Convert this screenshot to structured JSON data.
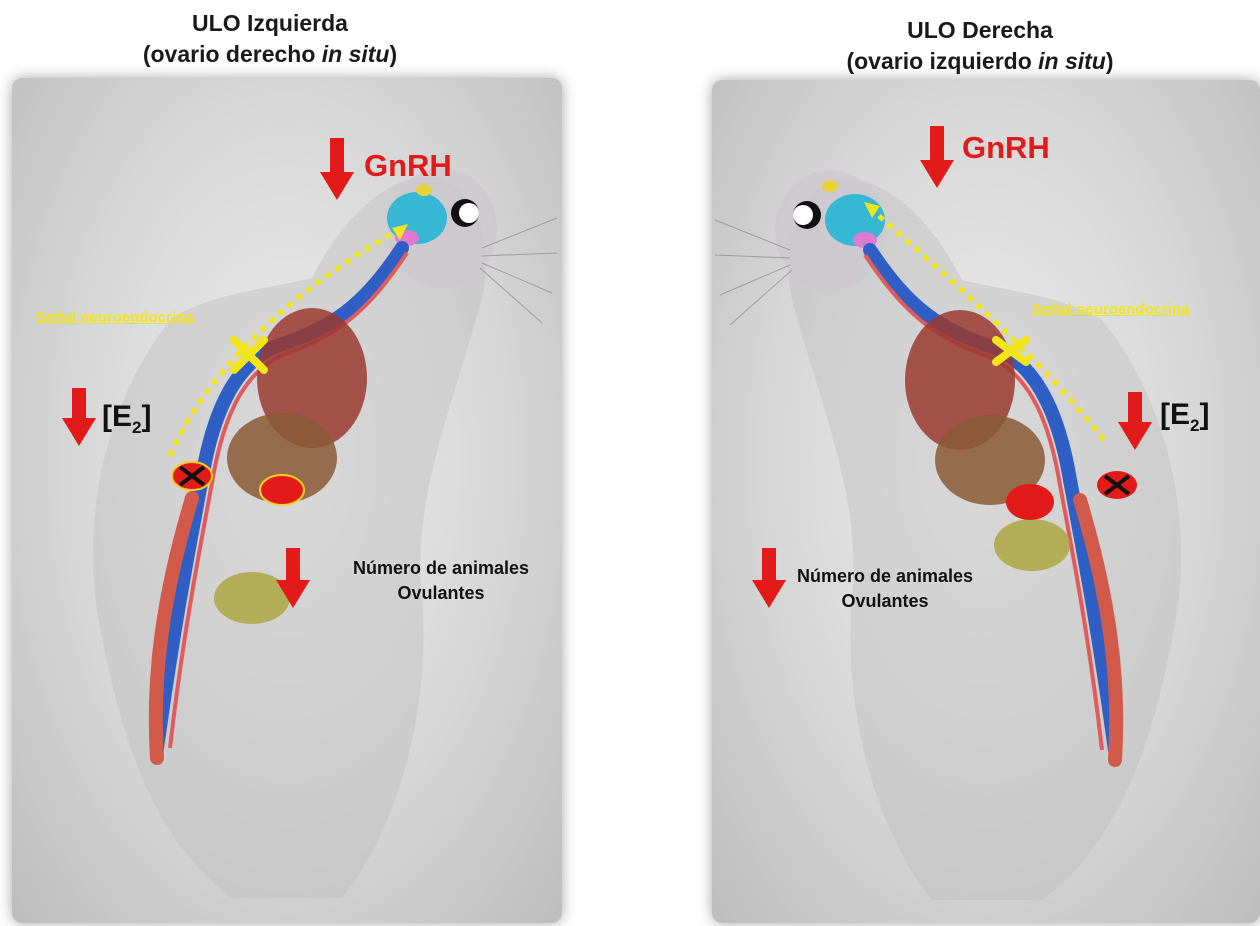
{
  "left": {
    "title_line1": "ULO Izquierda",
    "title_line2_pre": "(ovario derecho ",
    "title_line2_it": "in situ",
    "title_line2_post": ")",
    "gnrh": "GnRH",
    "signal": "Señal neuroendocrina",
    "e2_pre": "[E",
    "e2_sub": "2",
    "e2_post": "]",
    "count_line1": "Número de animales",
    "count_line2": "Ovulantes"
  },
  "right": {
    "title_line1": "ULO  Derecha",
    "title_line2_pre": "(ovario izquierdo ",
    "title_line2_it": "in situ",
    "title_line2_post": ")",
    "gnrh": "GnRH",
    "signal": "Señal neuroendocrina",
    "e2_pre": "[E",
    "e2_sub": "2",
    "e2_post": "]",
    "count_line1": "Número de animales",
    "count_line2": "Ovulantes"
  },
  "colors": {
    "arrow": "#e21a1a",
    "signal": "#f2e51a",
    "brain": "#36b8d4",
    "spine": "#2f5fc4"
  }
}
